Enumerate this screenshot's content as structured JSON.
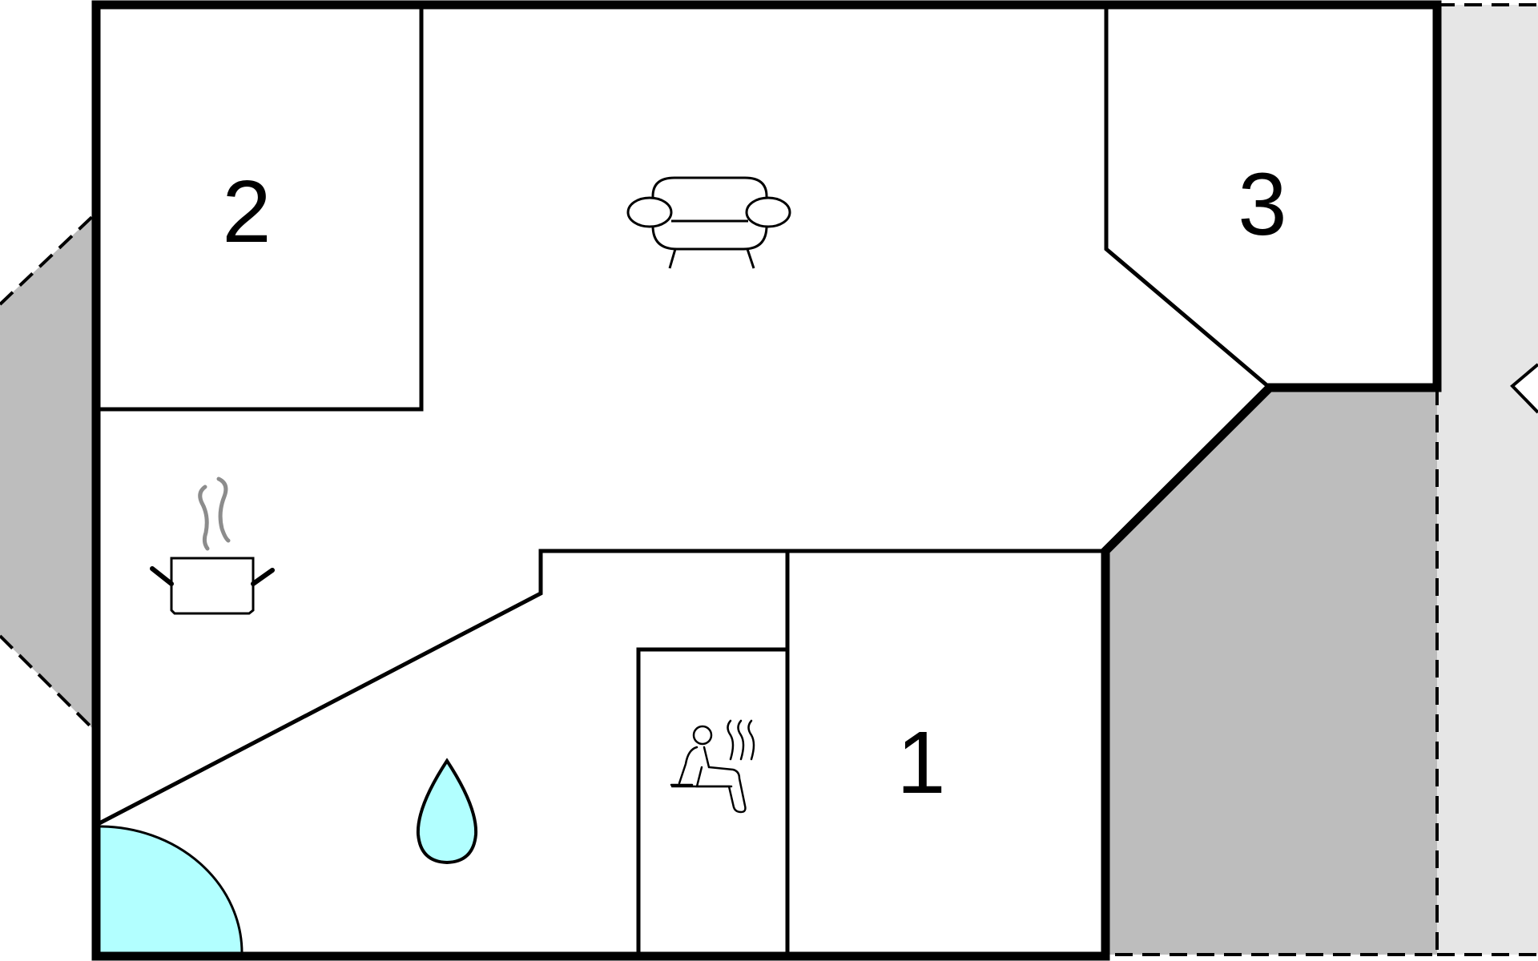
{
  "floor_plan": {
    "rooms": [
      {
        "id": "room-1",
        "label": "1"
      },
      {
        "id": "room-2",
        "label": "2"
      },
      {
        "id": "room-3",
        "label": "3"
      }
    ],
    "icons": [
      {
        "id": "living",
        "name": "sofa-icon"
      },
      {
        "id": "kitchen",
        "name": "cooking-pot-icon"
      },
      {
        "id": "bathroom",
        "name": "water-drop-icon"
      },
      {
        "id": "sauna",
        "name": "sauna-icon"
      }
    ],
    "colors": {
      "wall": "#000000",
      "terrace": "#bdbdbd",
      "outdoor_area": "#e6e6e6",
      "water": "#b2ffff",
      "steam": "#8c8c8c"
    }
  }
}
